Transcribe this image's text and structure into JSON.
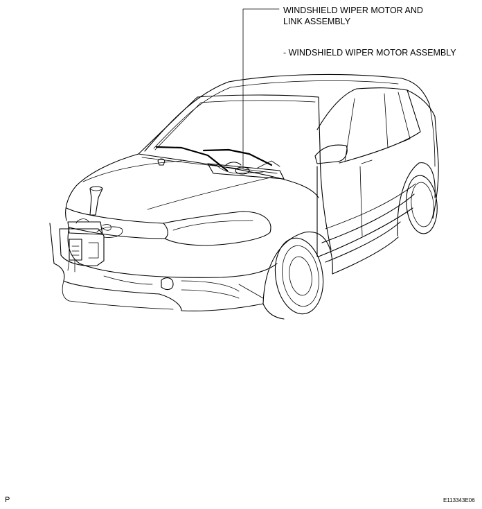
{
  "callout": {
    "line1": "WINDSHIELD WIPER MOTOR AND",
    "line2": "LINK ASSEMBLY",
    "line3": "- WINDSHIELD WIPER MOTOR ASSEMBLY"
  },
  "footer": {
    "left": "P",
    "right": "E113343E06"
  }
}
